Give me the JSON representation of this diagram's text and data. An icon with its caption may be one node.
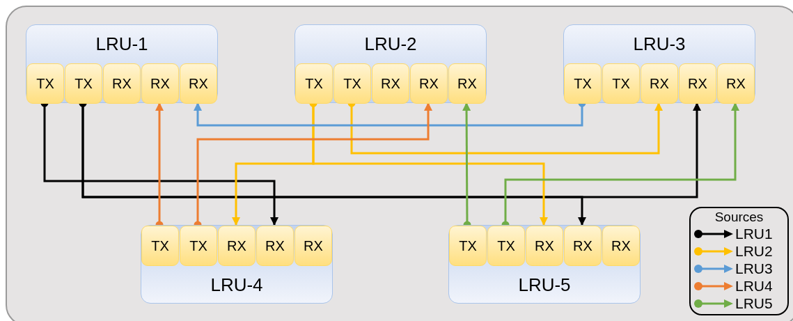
{
  "diagram": {
    "nodes": [
      {
        "text": [
          "LRU-1"
        ]
      },
      {
        "text": [
          "TX"
        ],
        "in": 0
      },
      {
        "text": [
          "TX"
        ],
        "in": 0
      },
      {
        "text": [
          "RX"
        ],
        "in": 0
      },
      {
        "text": [
          "RX"
        ],
        "in": 0
      },
      {
        "text": [
          "RX"
        ],
        "in": 0
      },
      {
        "text": [
          "LRU-2"
        ]
      },
      {
        "text": [
          "TX"
        ],
        "in": 6
      },
      {
        "text": [
          "TX"
        ],
        "in": 6
      },
      {
        "text": [
          "RX"
        ],
        "in": 6
      },
      {
        "text": [
          "RX"
        ],
        "in": 6
      },
      {
        "text": [
          "RX"
        ],
        "in": 6
      },
      {
        "text": [
          "LRU-3"
        ]
      },
      {
        "text": [
          "TX"
        ],
        "in": 12
      },
      {
        "text": [
          "TX"
        ],
        "in": 12
      },
      {
        "text": [
          "RX"
        ],
        "in": 12
      },
      {
        "text": [
          "RX"
        ],
        "in": 12
      },
      {
        "text": [
          "RX"
        ],
        "in": 12
      },
      {
        "text": [
          "LRU-4"
        ]
      },
      {
        "text": [
          "TX"
        ],
        "in": 18
      },
      {
        "text": [
          "TX"
        ],
        "in": 18
      },
      {
        "text": [
          "RX"
        ],
        "in": 18
      },
      {
        "text": [
          "RX"
        ],
        "in": 18
      },
      {
        "text": [
          "RX"
        ],
        "in": 18
      },
      {
        "text": [
          "LRU-5"
        ]
      },
      {
        "text": [
          "TX"
        ],
        "in": 24
      },
      {
        "text": [
          "TX"
        ],
        "in": 24
      },
      {
        "text": [
          "RX"
        ],
        "in": 24
      },
      {
        "text": [
          "RX"
        ],
        "in": 24
      },
      {
        "text": [
          "RX"
        ],
        "in": 24
      }
    ],
    "edges": [
      {
        "from": 1,
        "to": 22,
        "arrow": "to",
        "color": "#000000"
      },
      {
        "from": 2,
        "to": 28,
        "arrow": "to",
        "color": "#000000"
      },
      {
        "from": 2,
        "to": 16,
        "arrow": "to",
        "color": "#000000"
      },
      {
        "from": 7,
        "to": 21,
        "arrow": "to",
        "color": "#ffc000"
      },
      {
        "from": 7,
        "to": 27,
        "arrow": "to",
        "color": "#ffc000"
      },
      {
        "from": 8,
        "to": 15,
        "arrow": "to",
        "color": "#ffc000"
      },
      {
        "from": 13,
        "to": 5,
        "arrow": "to",
        "color": "#5b9bd5"
      },
      {
        "from": 19,
        "to": 4,
        "arrow": "to",
        "color": "#ed7d31"
      },
      {
        "from": 20,
        "to": 10,
        "arrow": "to",
        "color": "#ed7d31"
      },
      {
        "from": 25,
        "to": 11,
        "arrow": "to",
        "color": "#70ad47"
      },
      {
        "from": 26,
        "to": 17,
        "arrow": "to",
        "color": "#70ad47"
      }
    ],
    "labels": [
      "Sources"
    ],
    "legend": [
      {
        "text": "LRU1",
        "color": "#000000"
      },
      {
        "text": "LRU2",
        "color": "#ffc000"
      },
      {
        "text": "LRU3",
        "color": "#5b9bd5"
      },
      {
        "text": "LRU4",
        "color": "#ed7d31"
      },
      {
        "text": "LRU5",
        "color": "#70ad47"
      }
    ]
  }
}
